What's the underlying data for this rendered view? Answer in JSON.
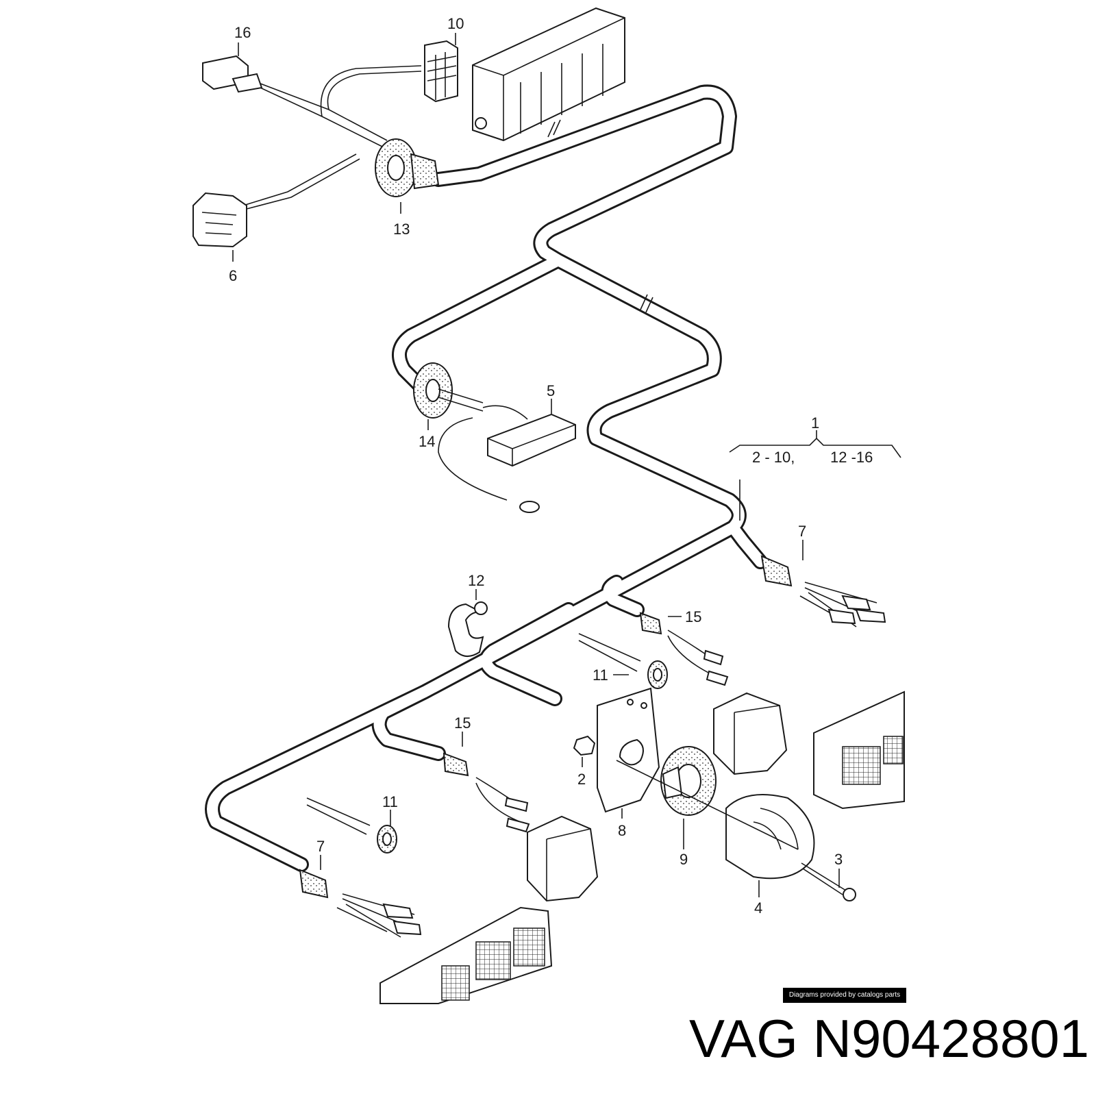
{
  "callouts": {
    "c1": "1",
    "c2": "2",
    "c3": "3",
    "c4": "4",
    "c5": "5",
    "c6": "6",
    "c7a": "7",
    "c7b": "7",
    "c8": "8",
    "c9": "9",
    "c10": "10",
    "c11a": "11",
    "c11b": "11",
    "c12": "12",
    "c13": "13",
    "c14": "14",
    "c15a": "15",
    "c15b": "15",
    "c16": "16"
  },
  "groups": {
    "left_range": "2 - 10,",
    "right_range": "12 -16"
  },
  "credit": "Diagrams provided by catalogs parts",
  "part_title": "VAG N90428801"
}
